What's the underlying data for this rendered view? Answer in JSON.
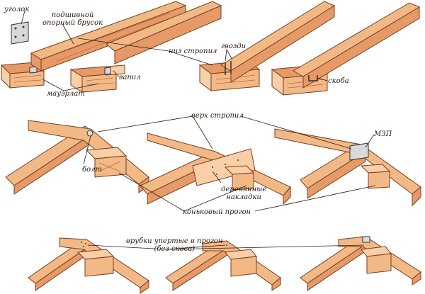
{
  "labels": {
    "ugolok": "уголок",
    "podshivnoy": "подшивной\nопорный брусок",
    "niz_stropil": "низ стропил",
    "gvozdi": "гвозди",
    "zapil": "запил",
    "mauerlat": "мауэрлат",
    "skoba": "скоба",
    "verh_stropil": "верх стропил",
    "mzp": "МЗП",
    "bolt": "болт",
    "derevyannye_nakladki": "деревянные\nнакладки",
    "konkovy_progon": "коньковый прогон",
    "vrubki": "врубки упертые в прогон\n(без скоса)"
  }
}
